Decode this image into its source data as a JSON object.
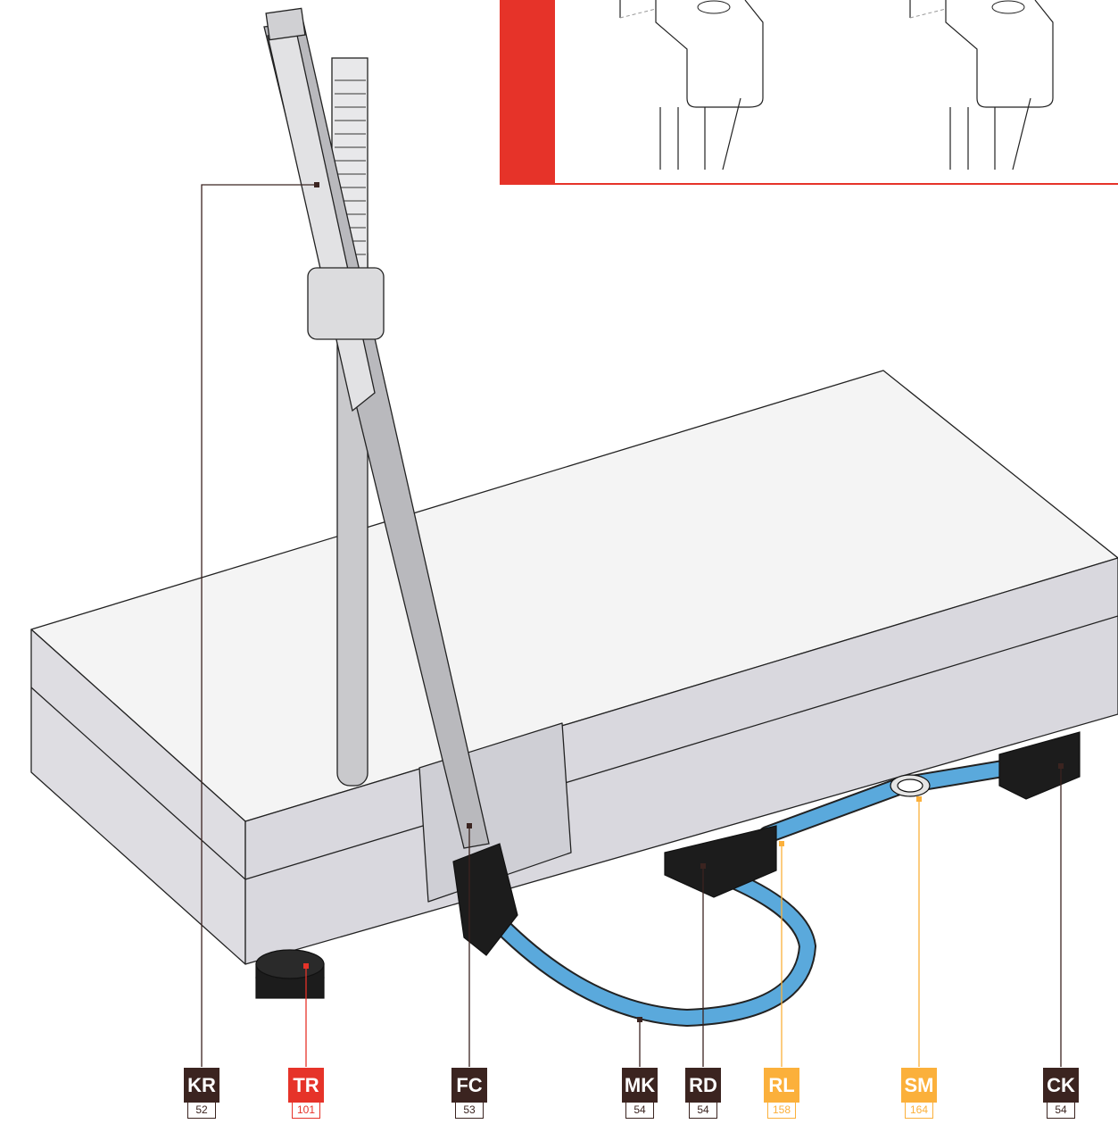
{
  "colors": {
    "brown": "#3b2420",
    "red": "#e63329",
    "yellow": "#fbb03b",
    "hose_blue": "#5aa9dc",
    "mold_face": "#dcdcde",
    "mold_top": "#f4f4f4"
  },
  "callouts": [
    {
      "code": "KR",
      "page": "52",
      "color": "brown"
    },
    {
      "code": "TR",
      "page": "101",
      "color": "red"
    },
    {
      "code": "FC",
      "page": "53",
      "color": "brown"
    },
    {
      "code": "MK",
      "page": "54",
      "color": "brown"
    },
    {
      "code": "RD",
      "page": "54",
      "color": "brown"
    },
    {
      "code": "RL",
      "page": "158",
      "color": "yellow"
    },
    {
      "code": "SM",
      "page": "164",
      "color": "yellow"
    },
    {
      "code": "CK",
      "page": "54",
      "color": "brown"
    }
  ]
}
